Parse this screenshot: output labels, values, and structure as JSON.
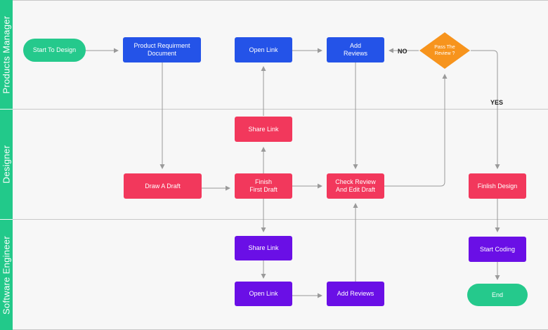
{
  "lanes": {
    "product_manager": "Products Manager",
    "designer": "Designer",
    "software_engineer": "Software Engineer"
  },
  "nodes": {
    "start": "Start To Design",
    "prd": "Product Requirment\nDocument",
    "open_link_pm": "Open Link",
    "add_reviews_pm": "Add\nReviews",
    "pass_review": "Pass The\nReview ?",
    "share_link_designer": "Share Link",
    "draw_draft": "Draw A Draft",
    "finish_draft": "Finish\nFirst Draft",
    "check_review": "Check Review\nAnd Edit Draft",
    "finish_design": "Finlish Design",
    "share_link_eng": "Share Link",
    "open_link_eng": "Open Link",
    "add_reviews_eng": "Add Reviews",
    "start_coding": "Start Coding",
    "end": "End"
  },
  "edge_labels": {
    "no": "NO",
    "yes": "YES"
  },
  "colors": {
    "pm": "#2453e8",
    "designer": "#f2385c",
    "engineer": "#6a0fe6",
    "terminal": "#25c98c",
    "decision": "#f7941d",
    "lane_label": "#22c98a",
    "connector": "#9a9a9a"
  }
}
